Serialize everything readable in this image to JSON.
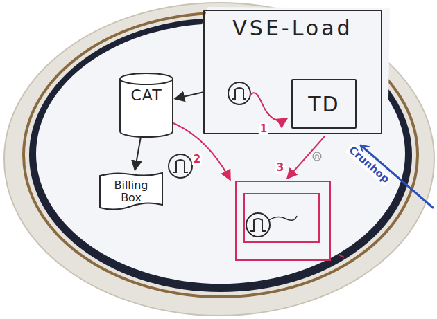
{
  "diagram": {
    "nodes": [
      {
        "text": [
          "VSE-Load"
        ]
      },
      {
        "text": [
          "TD"
        ],
        "in": 0
      },
      {
        "text": [
          "CAT"
        ]
      },
      {
        "text": [
          "Billing Box"
        ]
      }
    ],
    "edges": [
      {
        "from": 0,
        "to": 2,
        "arrow": "to"
      },
      {
        "from": 2,
        "to": 3,
        "arrow": "to"
      }
    ],
    "labels": [
      "1",
      "2",
      "3",
      "Crunhop"
    ]
  }
}
